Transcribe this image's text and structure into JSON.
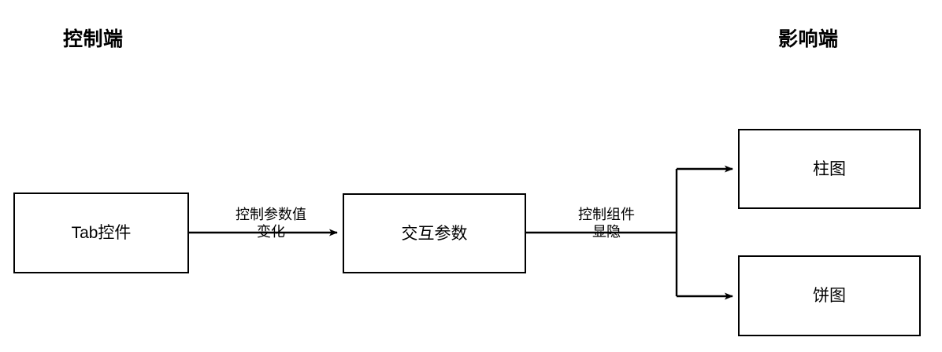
{
  "diagram": {
    "background_color": "#ffffff",
    "line_color": "#000000",
    "sections": [
      {
        "id": "control-side",
        "title": "控制端"
      },
      {
        "id": "effect-side",
        "title": "影响端"
      }
    ],
    "nodes": [
      {
        "id": "tab-control",
        "label": "Tab控件"
      },
      {
        "id": "interaction-param",
        "label": "交互参数"
      },
      {
        "id": "bar-chart",
        "label": "柱图"
      },
      {
        "id": "pie-chart",
        "label": "饼图"
      }
    ],
    "edges": [
      {
        "id": "tab-to-param",
        "from": "tab-control",
        "to": "interaction-param",
        "label_line1": "控制参数值",
        "label_line2": "变化"
      },
      {
        "id": "param-to-charts",
        "from": "interaction-param",
        "to": "bar-chart,pie-chart",
        "label_line1": "控制组件",
        "label_line2": "显隐"
      }
    ]
  }
}
